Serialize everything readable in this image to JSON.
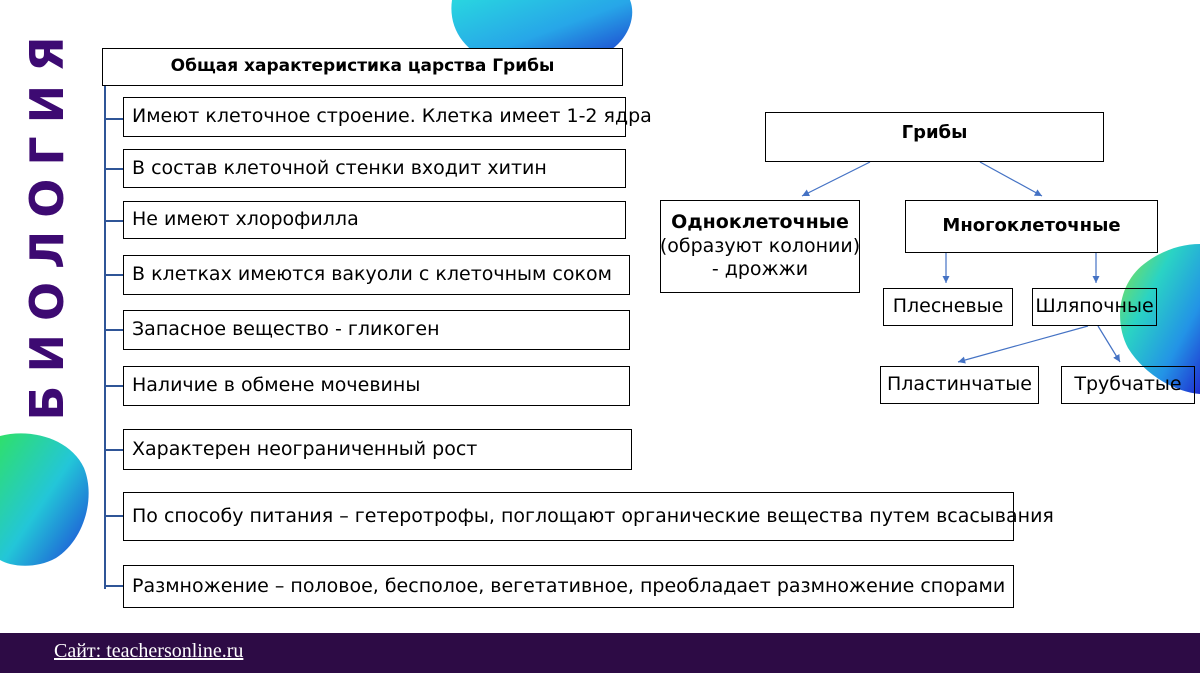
{
  "side_title": "БИОЛОГИЯ",
  "left_panel": {
    "title": "Общая характеристика царства Грибы",
    "items": [
      "Имеют клеточное строение. Клетка имеет 1-2 ядра",
      "В состав клеточной стенки входит хитин",
      "Не имеют хлорофилла",
      "В клетках имеются вакуоли с клеточным соком",
      "Запасное вещество - гликоген",
      "Наличие в обмене мочевины",
      "Характерен неограниченный рост",
      "По способу питания – гетеротрофы, поглощают органические вещества путем всасывания",
      "Размножение  –  половое, бесполое, вегетативное, преобладает размножение спорами"
    ]
  },
  "right_diagram": {
    "root": "Грибы",
    "unicellular": {
      "title": "Одноклеточные",
      "line2": "(образуют колонии)",
      "line3": "- дрожжи"
    },
    "multicellular": "Многоклеточные",
    "moldy": "Плесневые",
    "cap": "Шляпочные",
    "lamellar": "Пластинчатые",
    "tubular": "Трубчатые"
  },
  "footer": {
    "site": "Сайт: teachersonline.ru"
  },
  "colors": {
    "side_title": "#3d0a72",
    "footer_bg": "#2d0b45",
    "connector": "#2f5597"
  }
}
